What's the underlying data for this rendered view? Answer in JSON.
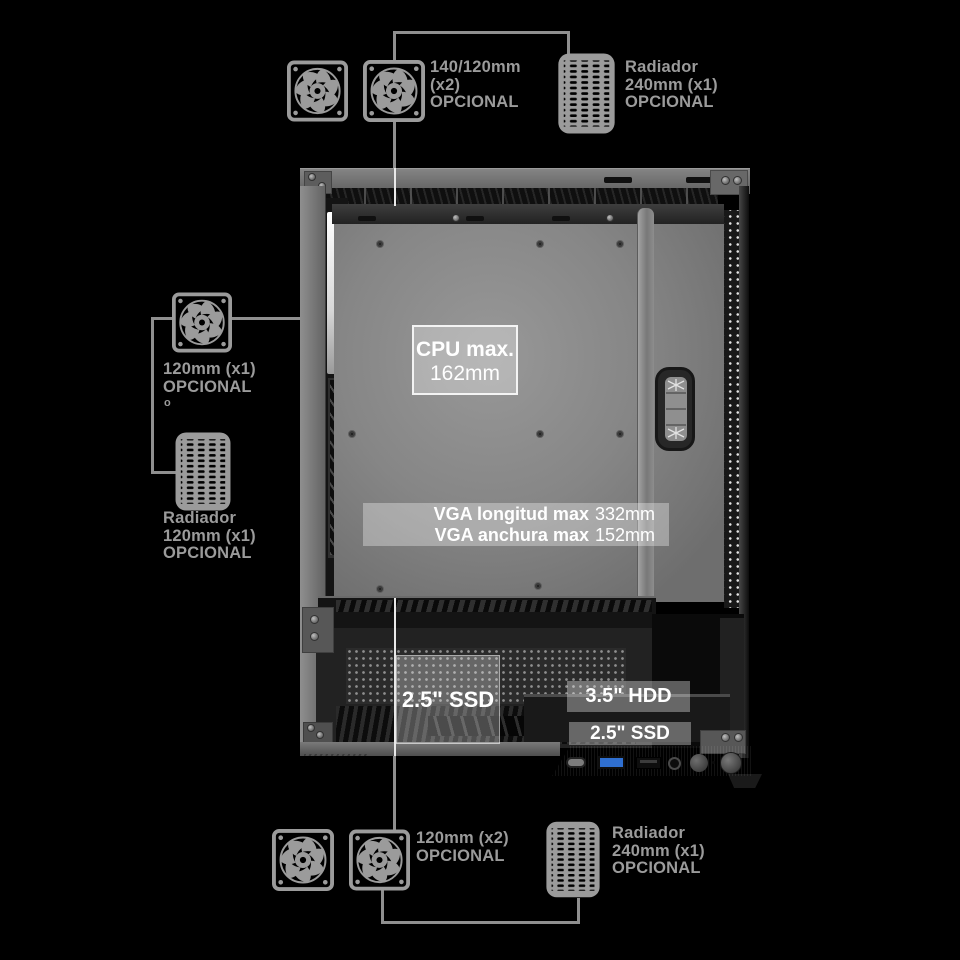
{
  "colors": {
    "background": "#000000",
    "annotation_gray": "#9b9b9b",
    "overlay_text": "#ffffff",
    "usb3_blue": "#2f6fd0"
  },
  "icons": {
    "fan": "fan-icon",
    "radiator": "radiator-icon"
  },
  "annotations": {
    "top_fans": {
      "lines": [
        "140/120mm",
        "(x2)",
        "OPCIONAL"
      ]
    },
    "top_radiator": {
      "lines": [
        "Radiador",
        "240mm (x1)",
        "OPCIONAL"
      ]
    },
    "left_fan": {
      "lines": [
        "120mm (x1)",
        "OPCIONAL"
      ],
      "stray_mark": "o"
    },
    "left_radiator": {
      "lines": [
        "Radiador",
        "120mm (x1)",
        "OPCIONAL"
      ]
    },
    "bottom_fans": {
      "lines": [
        "120mm (x2)",
        "OPCIONAL"
      ]
    },
    "bottom_radiator": {
      "lines": [
        "Radiador",
        "240mm (x1)",
        "OPCIONAL"
      ]
    }
  },
  "overlays": {
    "cpu": {
      "title": "CPU max.",
      "value": "162mm"
    },
    "vga": [
      {
        "label": "VGA longitud max",
        "value": "332mm"
      },
      {
        "label": "VGA anchura max",
        "value": "152mm"
      }
    ],
    "ssd_bay": "2.5\" SSD",
    "hdd_bay": "3.5\" HDD",
    "ssd_tray": "2.5\" SSD"
  }
}
